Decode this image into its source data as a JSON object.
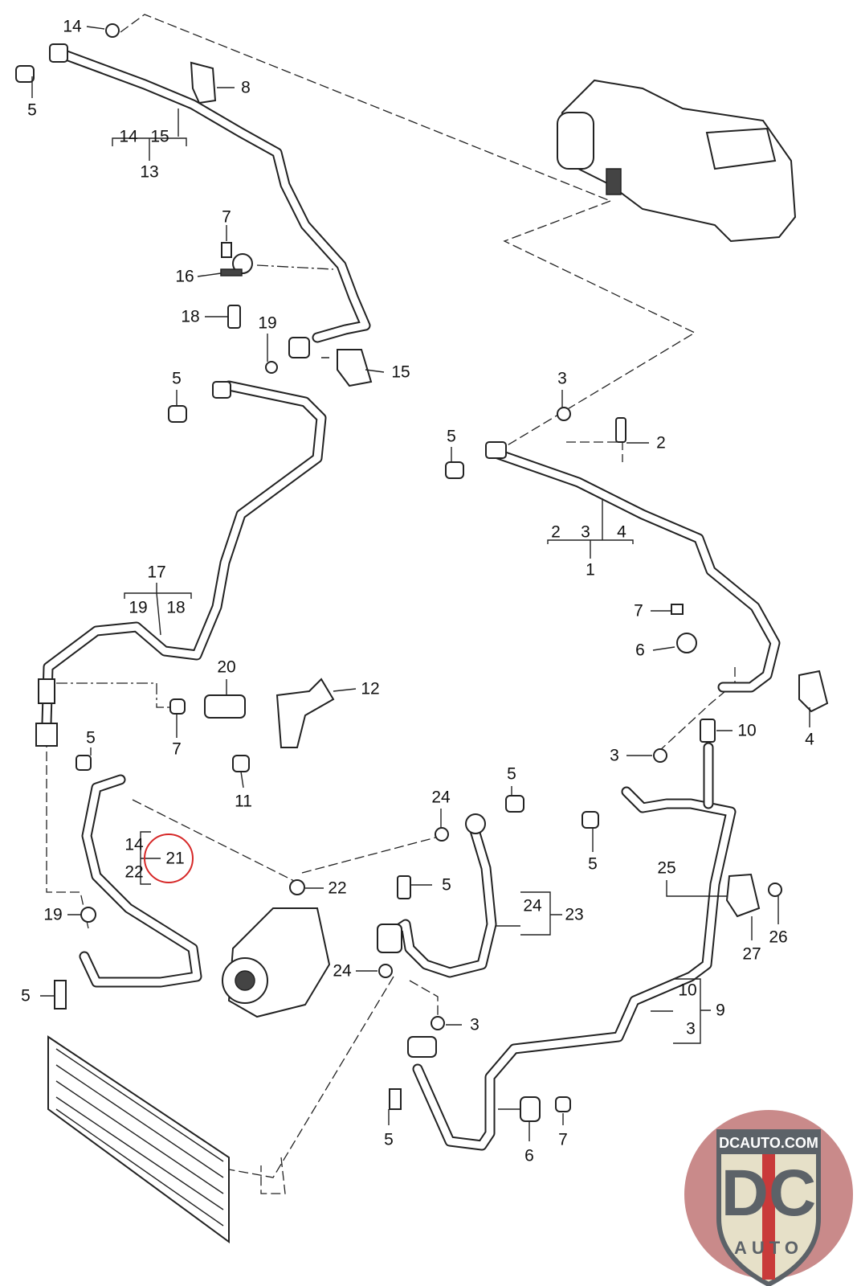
{
  "diagram": {
    "callouts": [
      "14",
      "5",
      "8",
      "14",
      "15",
      "13",
      "7",
      "16",
      "18",
      "19",
      "15",
      "5",
      "3",
      "5",
      "2",
      "2",
      "3",
      "4",
      "1",
      "17",
      "19",
      "18",
      "7",
      "6",
      "12",
      "20",
      "7",
      "4",
      "10",
      "3",
      "5",
      "11",
      "5",
      "24",
      "14",
      "22",
      "21",
      "5",
      "22",
      "5",
      "25",
      "24",
      "23",
      "19",
      "27",
      "26",
      "24",
      "5",
      "10",
      "3",
      "9",
      "3",
      "5",
      "6",
      "7"
    ],
    "highlighted_callout": "21",
    "highlight_color": "#d62828"
  },
  "logo": {
    "text_top": "DCAUTO.COM",
    "text_main": "DC",
    "text_bottom": "AUTO",
    "colors": {
      "circle": "#c98a8a",
      "shield": "#e6e0c8",
      "letters": "#5c6268",
      "stripe": "#c93a3a"
    }
  }
}
